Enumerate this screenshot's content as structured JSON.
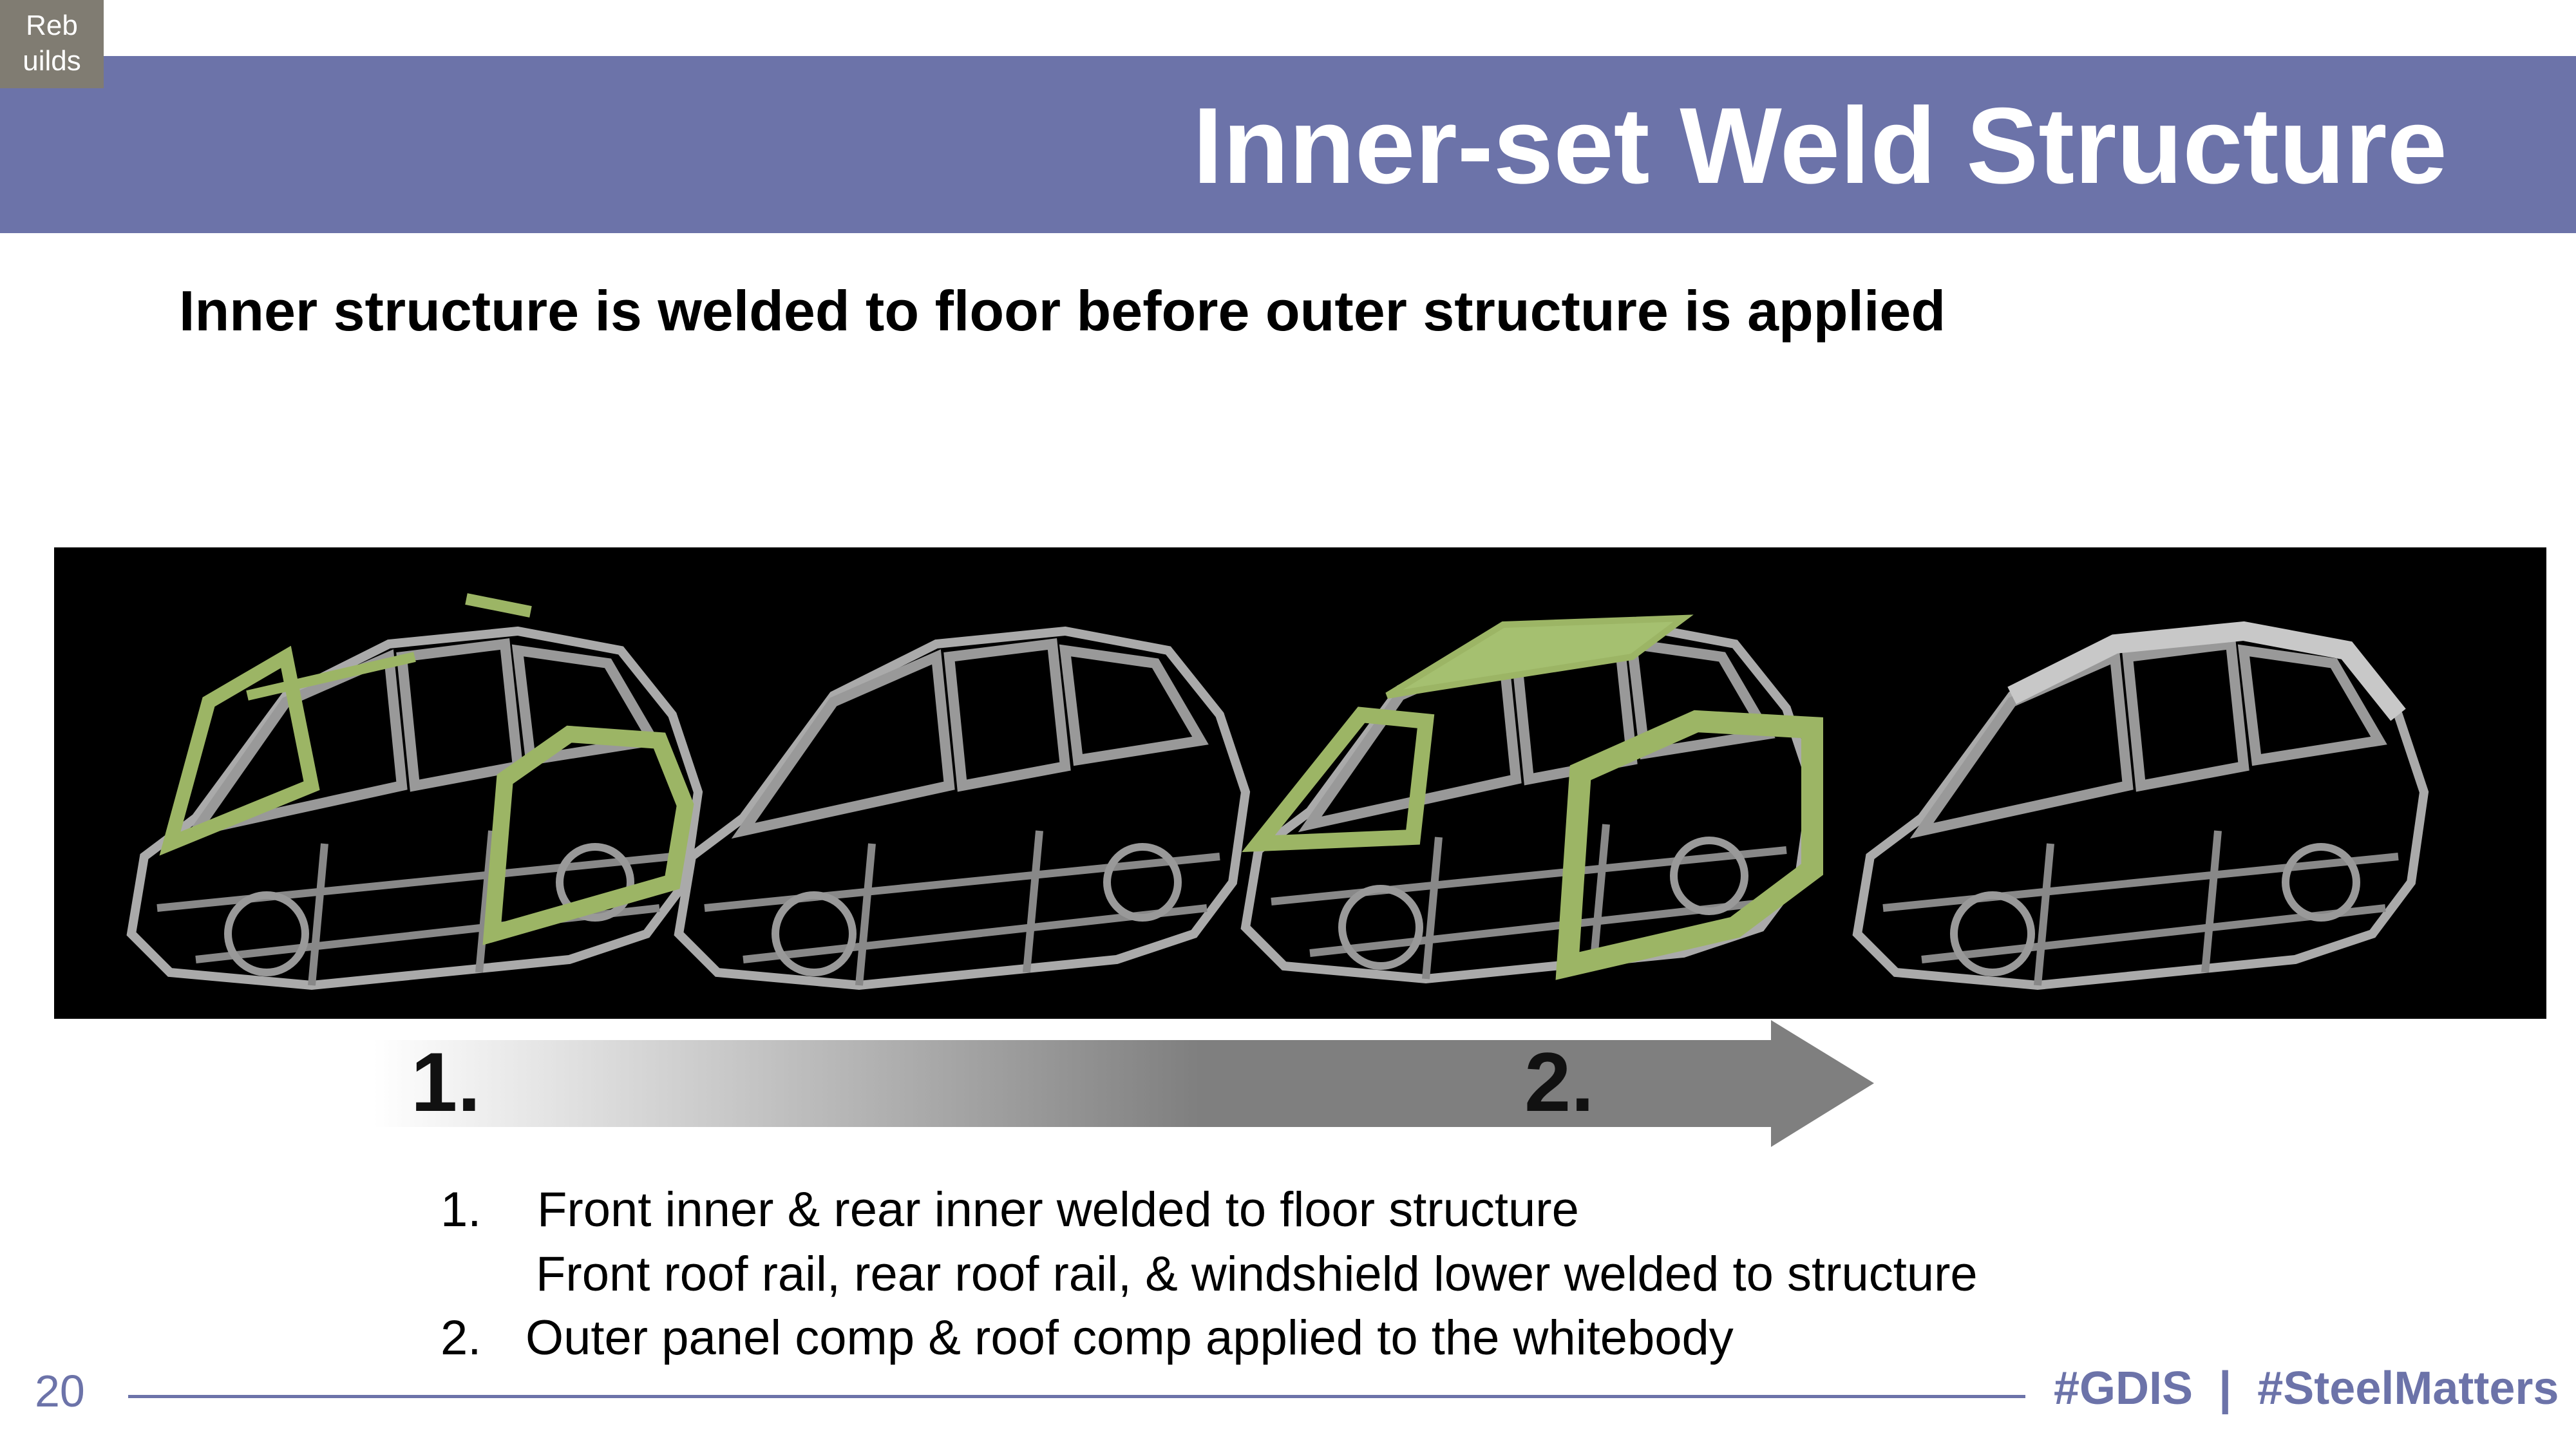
{
  "badge": {
    "line1": "Reb",
    "line2": "uilds"
  },
  "header": {
    "title": "Inner-set Weld Structure"
  },
  "subtitle": "Inner structure is welded to floor before outer structure is applied",
  "arrow": {
    "step1": "1.",
    "step2": "2."
  },
  "list": {
    "item1_num": "1.",
    "item1_text": "Front inner & rear inner welded to floor structure",
    "item1_sub": "Front roof rail, rear roof rail, & windshield lower welded to structure",
    "item2_num": "2.",
    "item2_text": "Outer panel comp & roof comp applied to the whitebody"
  },
  "footer": {
    "page": "20",
    "tags": "#GDIS  |  #SteelMatters"
  },
  "colors": {
    "accent": "#6c73a9",
    "badge": "#807c72",
    "green_part": "#9cb565",
    "steel": "#a8a8a8"
  }
}
